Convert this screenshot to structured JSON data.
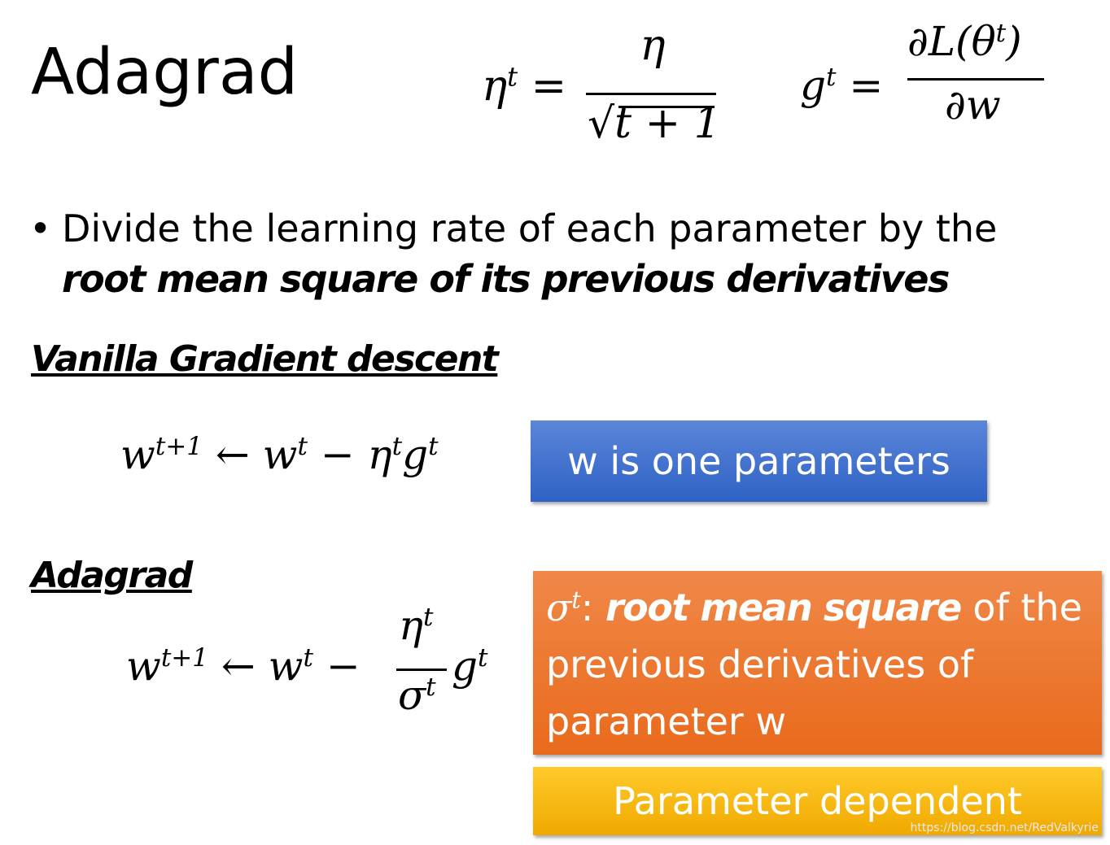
{
  "slide": {
    "title": "Adagrad",
    "formula_eta": {
      "lhs": "η",
      "lhs_sup": "t",
      "eq": "=",
      "num": "η",
      "den_rad": "√",
      "den": "t + 1"
    },
    "formula_g": {
      "lhs": "g",
      "lhs_sup": "t",
      "eq": "=",
      "num_pre": "∂L(θ",
      "num_sup": "t",
      "num_post": ")",
      "den": "∂w"
    },
    "bullet": {
      "marker": "•",
      "text": "Divide the learning rate of each parameter by the",
      "emphasis": "root mean square of its previous derivatives"
    },
    "vanilla": {
      "heading": "Vanilla Gradient descent",
      "formula": {
        "w": "w",
        "sup1": "t+1",
        "arrow": " ← ",
        "w2": "w",
        "sup2": "t",
        "minus": " − ",
        "eta": "η",
        "sup3": "t",
        "g": "g",
        "sup4": "t"
      },
      "note": "w is one parameters"
    },
    "adagrad": {
      "heading": "Adagrad",
      "formula": {
        "w": "w",
        "sup1": "t+1",
        "arrow": " ← ",
        "w2": "w",
        "sup2": "t",
        "minus": " − ",
        "num": "η",
        "num_sup": "t",
        "den": "σ",
        "den_sup": "t",
        "g": "g",
        "g_sup": "t"
      },
      "note_sigma": "σ",
      "note_sigma_sup": "t",
      "note_colon": ": ",
      "note_emph": "root mean square",
      "note_rest1": " of the",
      "note_line2": "previous derivatives of",
      "note_line3": "parameter w",
      "dependent": "Parameter dependent"
    },
    "watermark": "https://blog.csdn.net/RedValkyrie",
    "colors": {
      "blue": "#3a6cce",
      "orange": "#ec7428",
      "yellow": "#f7b70f"
    }
  }
}
